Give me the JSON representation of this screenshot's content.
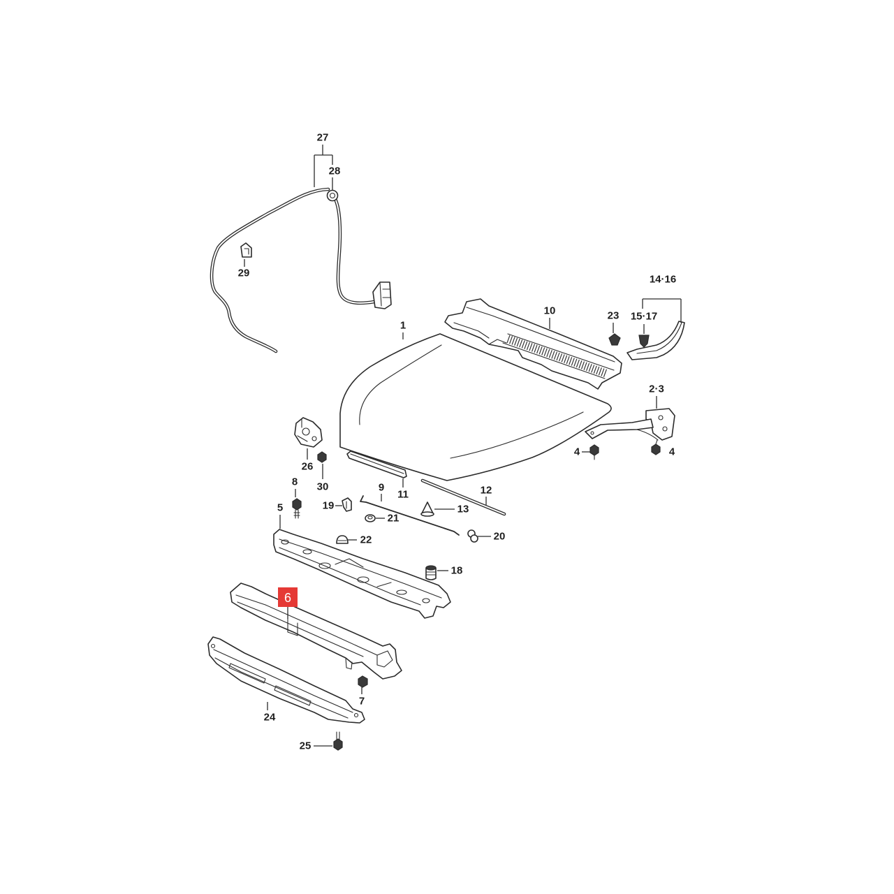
{
  "colors": {
    "line": "#2b2b2b",
    "highlight": "#e53935",
    "highlight_text": "#ffffff"
  },
  "callouts": [
    "27",
    "28",
    "29",
    "1",
    "10",
    "23",
    "14·16",
    "15·17",
    "2·3",
    "4",
    "4",
    "26",
    "30",
    "8",
    "11",
    "12",
    "9",
    "5",
    "19",
    "13",
    "21",
    "22",
    "20",
    "18",
    "6",
    "7",
    "24",
    "25"
  ]
}
